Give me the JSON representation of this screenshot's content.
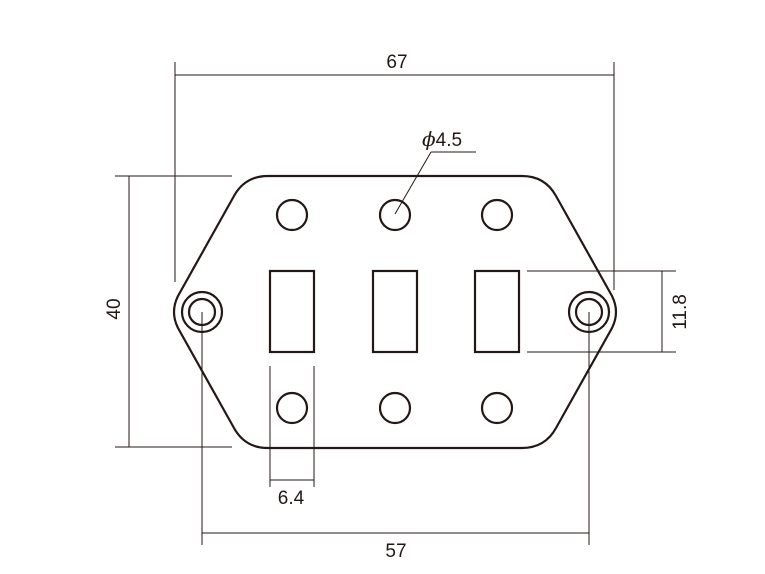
{
  "dimensions": {
    "overall_width": "67",
    "height": "40",
    "hole_diameter_symbol": "ϕ",
    "hole_diameter": "4.5",
    "slot_height": "11.8",
    "slot_width": "6.4",
    "mount_spacing": "57"
  }
}
